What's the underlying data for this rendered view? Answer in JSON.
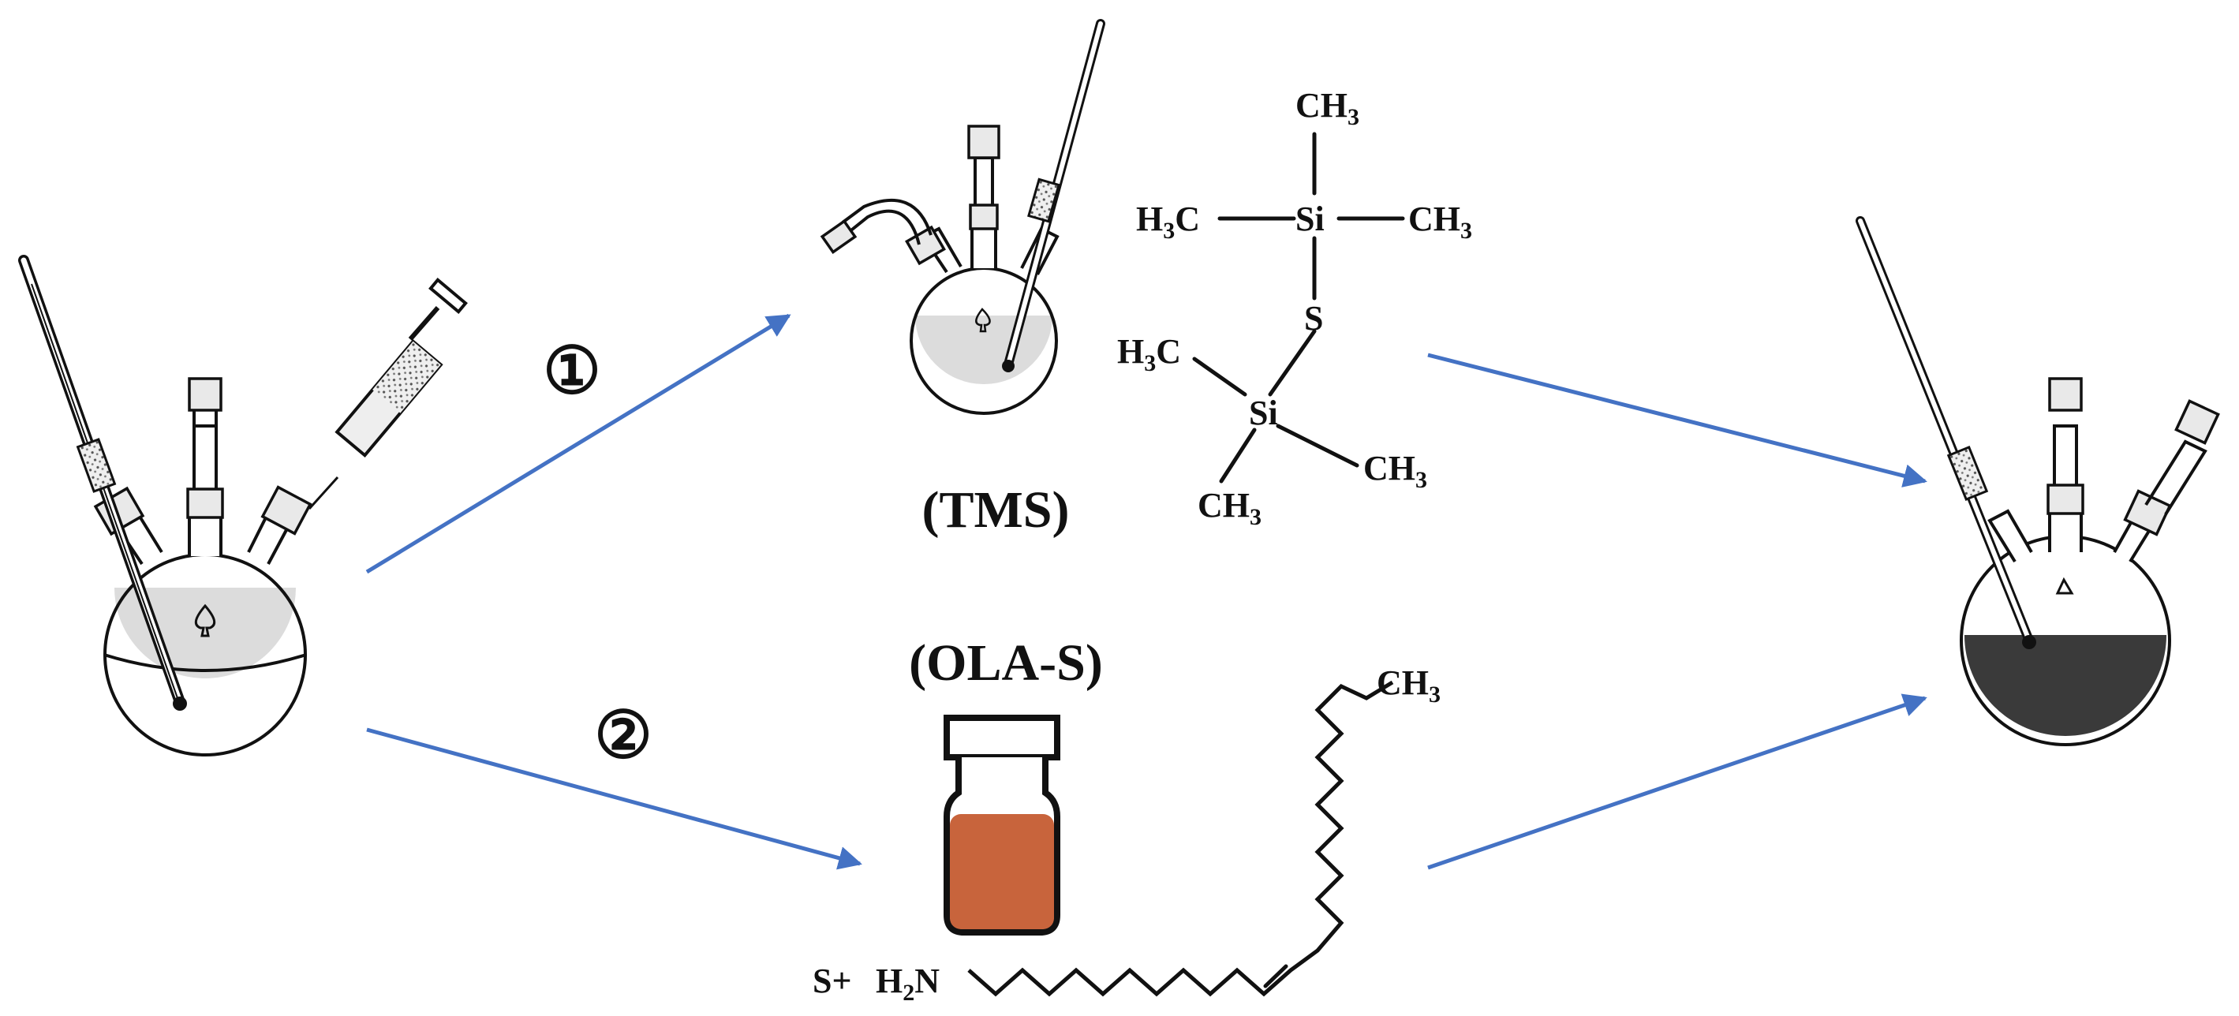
{
  "colors": {
    "arrow": "#4472C4",
    "liquid_light": "#dcdcdc",
    "product_liquid": "#3a3a3a",
    "ola_s_liquid": "#C8643C",
    "line": "#111111"
  },
  "steps": {
    "step1": "①",
    "step2": "②"
  },
  "labels": {
    "tms": "(TMS)",
    "ola_s": "(OLA-S)"
  },
  "tms_structure": {
    "top_methyl": "CH",
    "top_methyl_sub": "3",
    "left_methyl": "H",
    "left_methyl_sub": "3",
    "left_methyl_tail": "C",
    "right_methyl": "CH",
    "right_methyl_sub": "3",
    "si_top": "Si",
    "sulfur": "S",
    "si_bottom": "Si",
    "lower_left_methyl": "H",
    "lower_left_methyl_sub": "3",
    "lower_left_methyl_tail": "C",
    "lower_right_methyl": "CH",
    "lower_right_methyl_sub": "3",
    "bottom_methyl": "CH",
    "bottom_methyl_sub": "3"
  },
  "oleylamine": {
    "prefix": "S+",
    "amine": "H",
    "amine_sub": "2",
    "amine_tail": "N",
    "end_methyl": "CH",
    "end_methyl_sub": "3"
  },
  "icons": [
    "three-neck-flask-icon",
    "syringe-icon",
    "thermometer-icon",
    "vial-icon",
    "arrow-icon"
  ]
}
